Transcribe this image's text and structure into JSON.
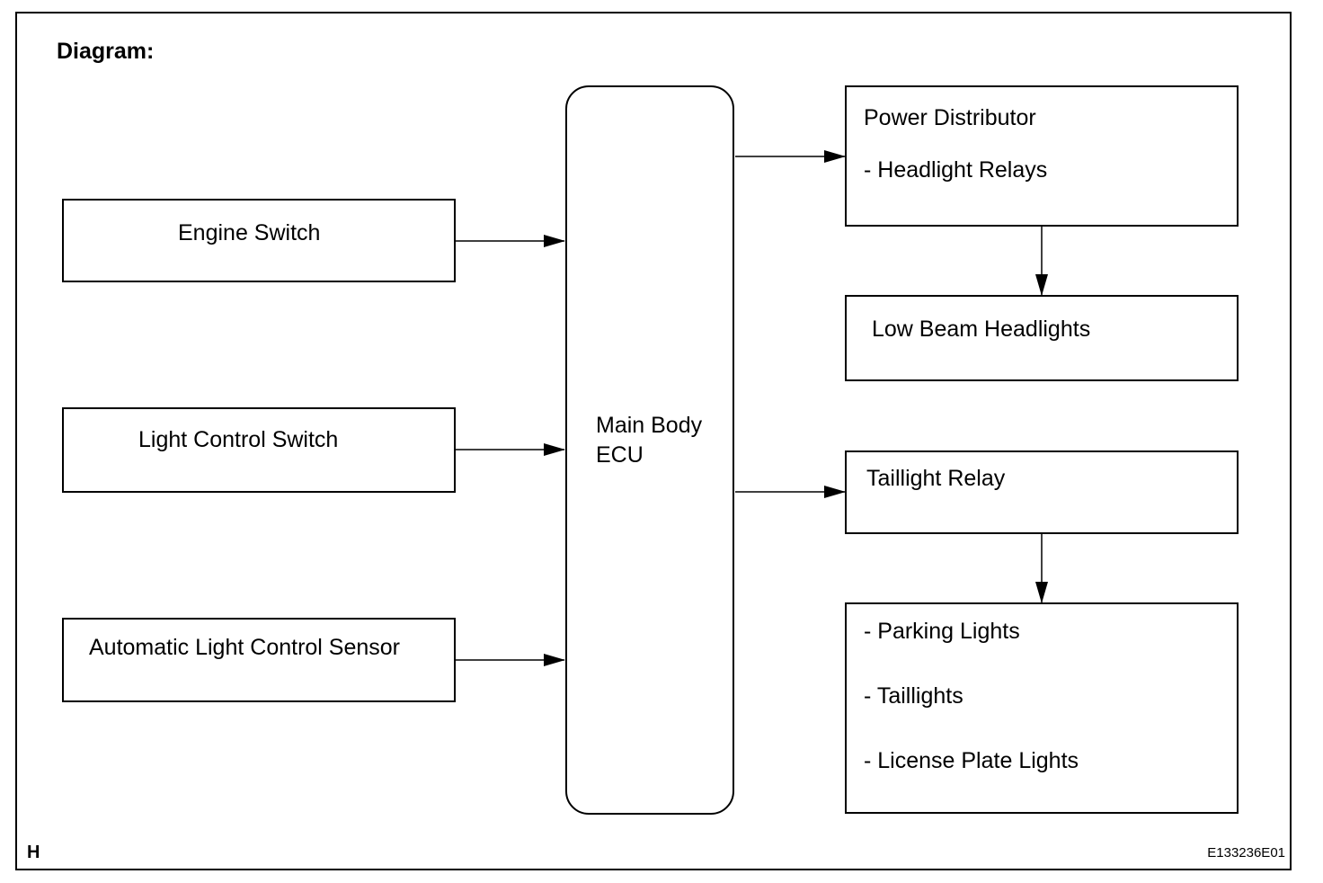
{
  "diagram": {
    "title": "Diagram:",
    "corner_mark": "H",
    "figure_code": "E133236E01",
    "inputs": {
      "engine_switch": "Engine Switch",
      "light_control_switch": "Light Control Switch",
      "auto_light_sensor": "Automatic Light Control Sensor"
    },
    "ecu": {
      "line1": "Main Body",
      "line2": "ECU"
    },
    "outputs": {
      "power_distributor": {
        "title": "Power Distributor",
        "item": "- Headlight Relays"
      },
      "low_beam": "Low Beam Headlights",
      "taillight_relay": "Taillight Relay",
      "lights": {
        "item1": "- Parking Lights",
        "item2": "- Taillights",
        "item3": "- License Plate Lights"
      }
    }
  }
}
